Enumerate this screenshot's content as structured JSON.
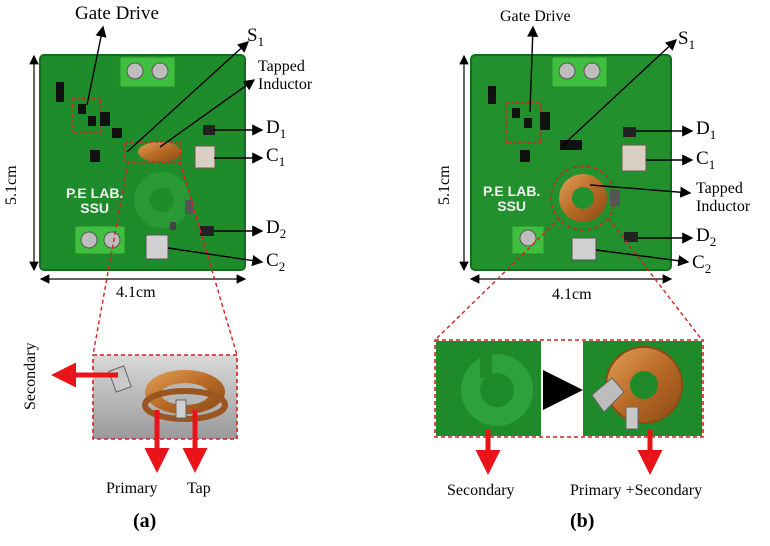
{
  "panel_a": {
    "caption": "(a)",
    "gate_drive": "Gate Drive",
    "s1": "S",
    "s1_sub": "1",
    "tapped_inductor": "Tapped\nInductor",
    "d1": "D",
    "d1_sub": "1",
    "c1": "C",
    "c1_sub": "1",
    "d2": "D",
    "d2_sub": "2",
    "c2": "C",
    "c2_sub": "2",
    "height_dim": "5.1cm",
    "width_dim": "4.1cm",
    "pcb_title": "P.E LAB.\nSSU",
    "secondary": "Secondary",
    "primary": "Primary",
    "tap": "Tap"
  },
  "panel_b": {
    "caption": "(b)",
    "gate_drive": "Gate Drive",
    "s1": "S",
    "s1_sub": "1",
    "d1": "D",
    "d1_sub": "1",
    "c1": "C",
    "c1_sub": "1",
    "tapped_inductor": "Tapped\nInductor",
    "d2": "D",
    "d2_sub": "2",
    "c2": "C",
    "c2_sub": "2",
    "height_dim": "5.1cm",
    "width_dim": "4.1cm",
    "pcb_title": "P.E LAB.\nSSU",
    "secondary": "Secondary",
    "primary_secondary": "Primary +Secondary"
  },
  "colors": {
    "pcb_green": "#1f8c2c",
    "terminal_green": "#3fbf3f",
    "copper": "#c87a33",
    "arrow_red": "#e8141a",
    "dashed_red": "#d42020"
  }
}
